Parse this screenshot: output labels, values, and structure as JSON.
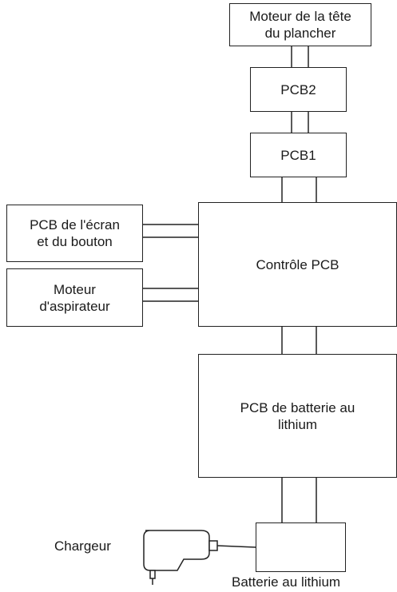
{
  "blocks": {
    "floor_head_motor": {
      "line1": "Moteur de la tête",
      "line2": "du plancher"
    },
    "pcb2": "PCB2",
    "pcb1": "PCB1",
    "screen_pcb": {
      "line1": "PCB de l'écran",
      "line2": "et du bouton"
    },
    "vacuum_motor": {
      "line1": "Moteur",
      "line2": "d'aspirateur"
    },
    "control_pcb": "Contrôle PCB",
    "battery_pcb": {
      "line1": "PCB de batterie au",
      "line2": "lithium"
    }
  },
  "labels": {
    "charger": "Chargeur",
    "battery": "Batterie au lithium"
  },
  "icons": {
    "charger": "charger-icon",
    "battery": "battery-icon"
  }
}
